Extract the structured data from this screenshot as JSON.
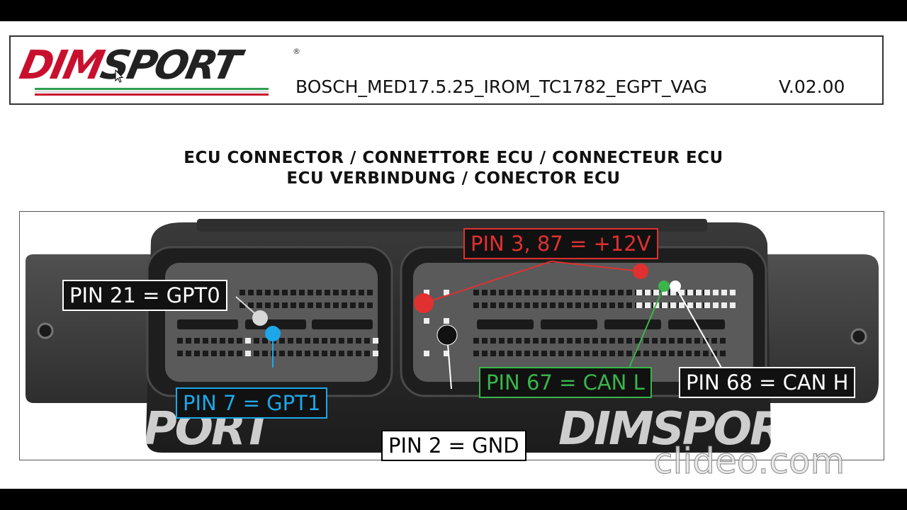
{
  "header": {
    "logo": {
      "part1": "DIM",
      "part2": "SPORT",
      "reg": "®"
    },
    "document_title": "BOSCH_MED17.5.25_IROM_TC1782_EGPT_VAG",
    "version": "V.02.00"
  },
  "headings": {
    "line1": "ECU CONNECTOR / CONNETTORE ECU / CONNECTEUR ECU",
    "line2": "ECU VERBINDUNG / CONECTOR ECU"
  },
  "pins": [
    {
      "label": "PIN 21 = GPT0",
      "color": "#d8d8d8"
    },
    {
      "label": "PIN 7 = GPT1",
      "color": "#1ea7e8"
    },
    {
      "label": "PIN 3, 87 = +12V",
      "color": "#e03030"
    },
    {
      "label": "PIN 2 = GND",
      "color": "#111111"
    },
    {
      "label": "PIN 67 = CAN L",
      "color": "#39b54a"
    },
    {
      "label": "PIN 68 = CAN H",
      "color": "#ffffff"
    }
  ],
  "watermarks": {
    "photo_logo": "DIMSPORT",
    "video": "clideo.com"
  },
  "colors": {
    "brand_red": "#c8102e",
    "stripe_green": "#2e9e4f",
    "stripe_red": "#c8102e"
  }
}
